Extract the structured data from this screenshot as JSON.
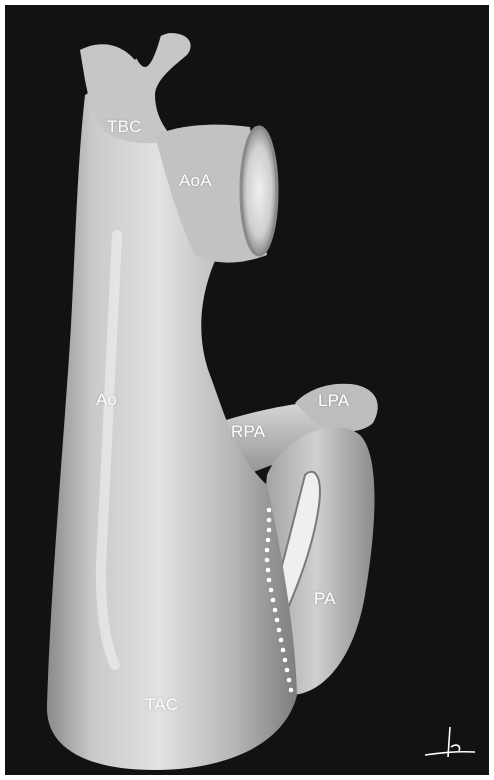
{
  "labels": {
    "tbc": "TBC",
    "aoa": "AoA",
    "ao": "Ao",
    "rpa": "RPA",
    "lpa": "LPA",
    "pa": "PA",
    "tac": "TAC"
  },
  "colors": {
    "background": "#121212",
    "vessel_light": "#dcdcdc",
    "vessel_mid": "#a9a9a9",
    "vessel_dark": "#6e6e6e",
    "label_text": "#ffffff",
    "dotted_line": "#ffffff"
  }
}
